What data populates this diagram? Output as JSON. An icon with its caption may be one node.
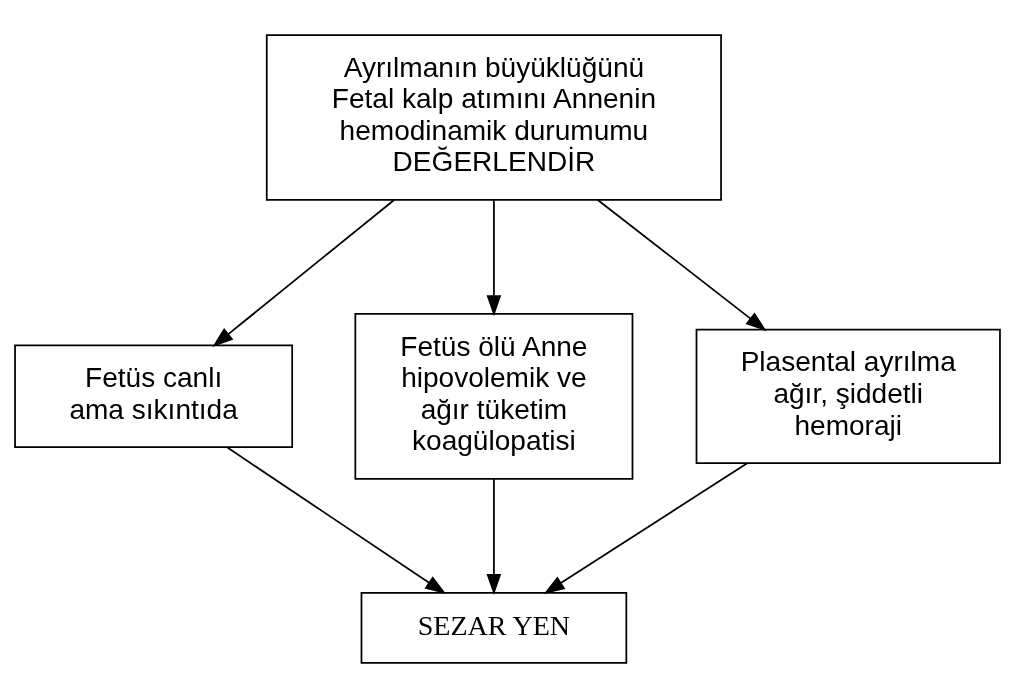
{
  "diagram": {
    "nodes": [
      {
        "text": [
          "Ayrılmanın büyüklüğünü Fetal kalp atımını Annenin hemodinamik durumumu",
          "DEĞERLENDİR"
        ]
      },
      {
        "text": [
          "Fetüs canlı ama sıkıntıda"
        ]
      },
      {
        "text": [
          "Fetüs ölü Anne hipovolemik ve ağır tüketim koagülopatisi"
        ]
      },
      {
        "text": [
          "Plasental ayrılma ağır, şiddetli hemoraji"
        ]
      },
      {
        "text": [
          "SEZAR YEN"
        ]
      }
    ],
    "edges": [
      {
        "from": 0,
        "to": 1,
        "arrow": "to"
      },
      {
        "from": 0,
        "to": 2,
        "arrow": "to"
      },
      {
        "from": 0,
        "to": 3,
        "arrow": "to"
      },
      {
        "from": 1,
        "to": 4,
        "arrow": "to"
      },
      {
        "from": 2,
        "to": 4,
        "arrow": "to"
      },
      {
        "from": 3,
        "to": 4,
        "arrow": "to"
      }
    ]
  }
}
